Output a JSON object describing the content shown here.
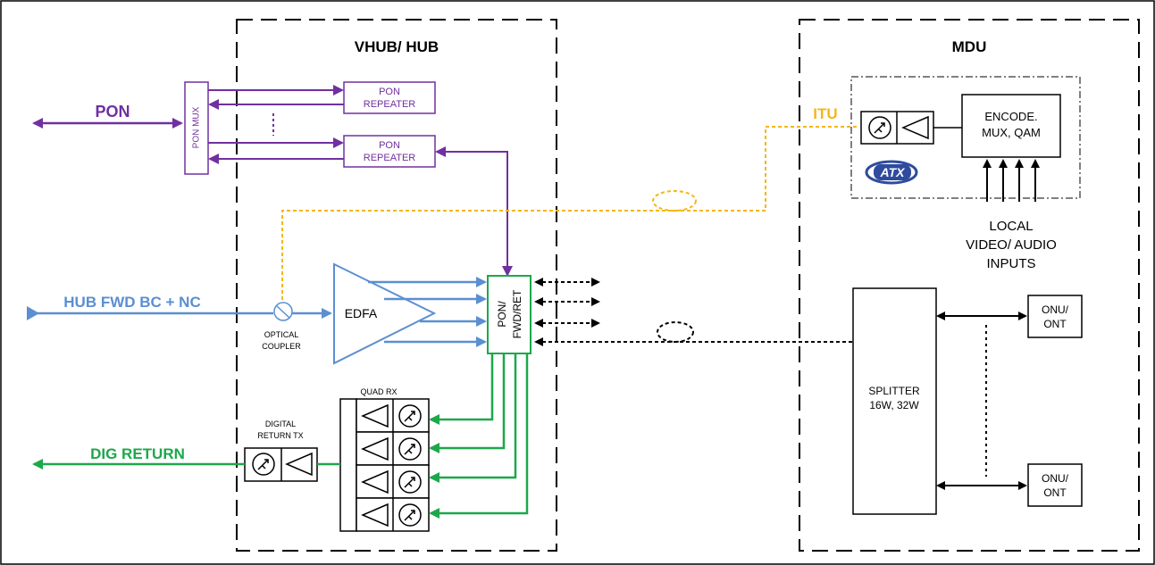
{
  "colors": {
    "pon": "#7030a0",
    "fwd": "#5b8fd1",
    "ret": "#1ca84a",
    "itu": "#f5b617",
    "black": "#000000",
    "atx": "#2e4b9e"
  },
  "labels": {
    "vhub_title": "VHUB/ HUB",
    "mdu_title": "MDU",
    "pon": "PON",
    "pon_mux": "PON MUX",
    "pon_repeater_1a": "PON",
    "pon_repeater_1b": "REPEATER",
    "pon_repeater_2a": "PON",
    "pon_repeater_2b": "REPEATER",
    "itu": "ITU",
    "encode_1": "ENCODE.",
    "encode_2": "MUX, QAM",
    "atx_logo": "ATX",
    "local_1": "LOCAL",
    "local_2": "VIDEO/ AUDIO",
    "local_3": "INPUTS",
    "hub_fwd": "HUB FWD BC + NC",
    "edfa": "EDFA",
    "optical_1": "OPTICAL",
    "optical_2": "COUPLER",
    "mux_pon": "PON/",
    "mux_fwd": "FWD/RET",
    "quad_rx": "QUAD RX",
    "dig_tx_1": "DIGITAL",
    "dig_tx_2": "RETURN TX",
    "dig_return": "DIG RETURN",
    "splitter_1": "SPLITTER",
    "splitter_2": "16W, 32W",
    "onu_top_1": "ONU/",
    "onu_top_2": "ONT",
    "onu_bot_1": "ONU/",
    "onu_bot_2": "ONT"
  }
}
